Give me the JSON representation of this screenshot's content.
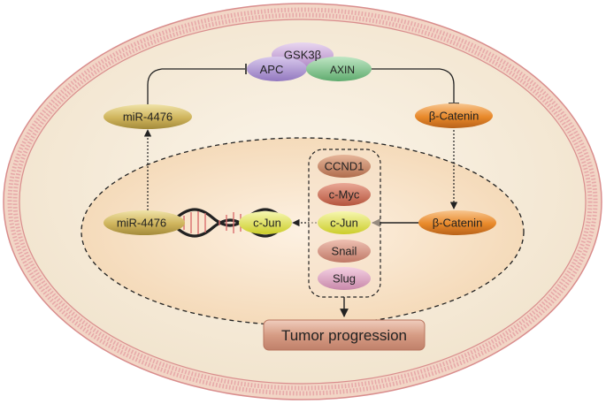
{
  "colors": {
    "membrane_outer": "#e6a6a6",
    "membrane_bead": "#f3d9c9",
    "cytoplasm": "#f5ead6",
    "nucleus": "#f7e2c4",
    "mir_pill": "#cdb35c",
    "catenin_pill": "#e58b2c",
    "gsk_pill": "#c09bd2",
    "apc_pill": "#a88cc8",
    "axin_pill": "#7dc08a",
    "cjun_pill": "#e2e34a",
    "ccnd1_pill": "#c48060",
    "cmyc_pill": "#c96a52",
    "snail_pill": "#cf8a78",
    "slug_pill": "#d8a0be",
    "tumor_box": "#d09a83"
  },
  "labels": {
    "gsk3b": "GSK3β",
    "apc": "APC",
    "axin": "AXIN",
    "mir_cyto": "miR-4476",
    "catenin_cyto": "β-Catenin",
    "mir_nuc": "miR-4476",
    "cjun_dna": "c-Jun",
    "catenin_nuc": "β-Catenin",
    "targets": [
      "CCND1",
      "c-Myc",
      "c-Jun",
      "Snail",
      "Slug"
    ],
    "tumor": "Tumor progression"
  }
}
